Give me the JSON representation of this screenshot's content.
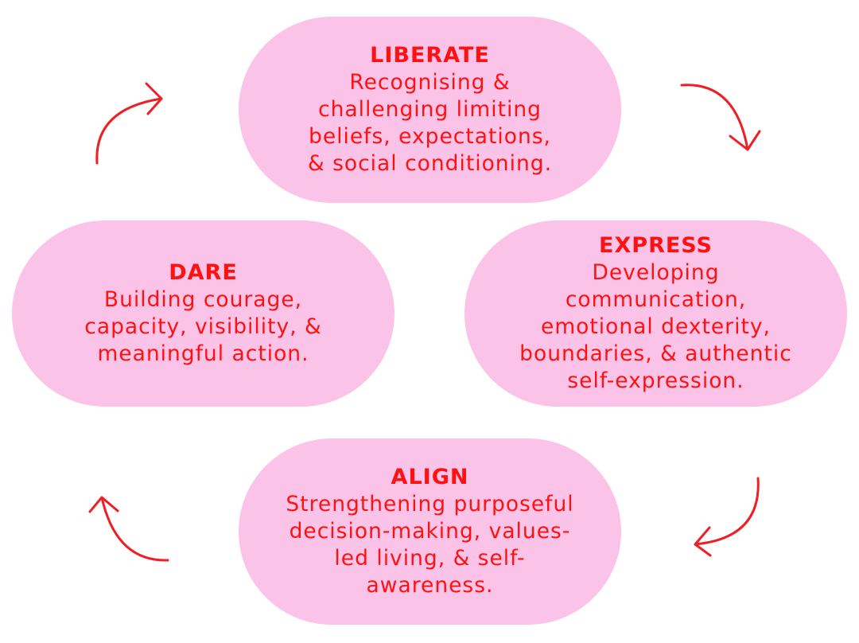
{
  "colors": {
    "pill_fill": "#fbc3e7",
    "text": "#ff1111",
    "arrow": "#ee1f25"
  },
  "stages": {
    "liberate": {
      "title": "LIBERATE",
      "lines": [
        "Recognising &",
        "challenging limiting",
        "beliefs, expectations,",
        "& social conditioning."
      ]
    },
    "express": {
      "title": "EXPRESS",
      "lines": [
        "Developing",
        "communication,",
        "emotional dexterity,",
        "boundaries, & authentic",
        "self-expression."
      ]
    },
    "align": {
      "title": "ALIGN",
      "lines": [
        "Strengthening purposeful",
        "decision-making, values-",
        "led living, & self-",
        "awareness."
      ]
    },
    "dare": {
      "title": "DARE",
      "lines": [
        "Building courage,",
        "capacity, visibility, &",
        "meaningful action."
      ]
    }
  },
  "arrows": [
    {
      "name": "arrow-liberate-to-express",
      "direction": "clockwise"
    },
    {
      "name": "arrow-express-to-align",
      "direction": "clockwise"
    },
    {
      "name": "arrow-align-to-dare",
      "direction": "clockwise"
    },
    {
      "name": "arrow-dare-to-liberate",
      "direction": "clockwise"
    }
  ]
}
